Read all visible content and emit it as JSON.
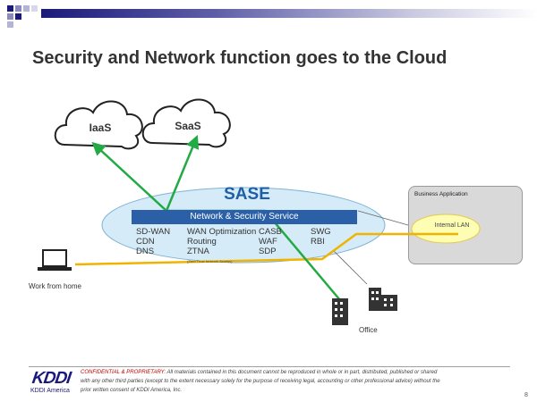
{
  "slide": {
    "title": "Security and Network function goes to the Cloud",
    "page_number": "8"
  },
  "clouds": {
    "iaas": "IaaS",
    "saas": "SaaS"
  },
  "sase": {
    "label": "SASE",
    "service_bar": "Network & Security Service",
    "services_col1": [
      "SD-WAN",
      "CDN",
      "DNS"
    ],
    "services_col2": [
      "WAN Optimization",
      "Routing",
      "ZTNA"
    ],
    "ztna_note": "(Zero Trust Network Access)",
    "services_col3": [
      "CASB",
      "WAF",
      "SDP"
    ],
    "services_col4": [
      "SWG",
      "RBI"
    ]
  },
  "business": {
    "label": "Business Application",
    "lan_label": "Internal LAN"
  },
  "locations": {
    "home": "Work from home",
    "office": "Office"
  },
  "footer": {
    "confidential_prefix": "CONFIDENTIAL & PROPRIETARY:",
    "confidential_text": " All materials contained in this document cannot be reproduced in whole or in part, distributed, published or shared with any other third parties (except to the extent necessary solely for the purpose of receiving legal, accounting or other professional advice) without the prior written consent of KDDI America, Inc.",
    "logo_text": "KDDI",
    "logo_subtitle": "KDDI America"
  },
  "colors": {
    "sase_blue": "#2b5fa8",
    "ellipse_fill": "#d6ebf8",
    "green_path": "#22aa44",
    "orange_path": "#f0b400",
    "lan_fill": "#fdfdb3"
  }
}
